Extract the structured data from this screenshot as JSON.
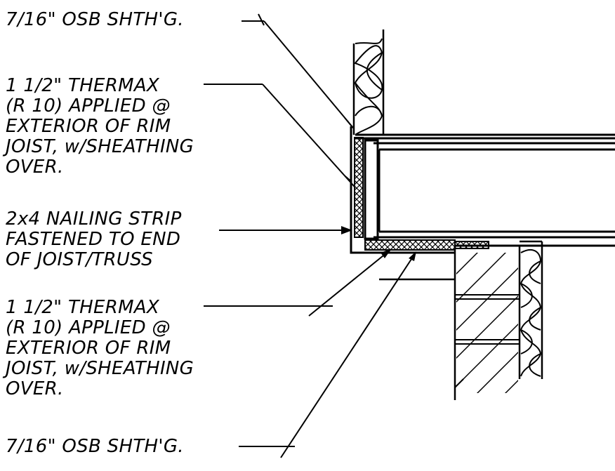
{
  "labels": {
    "osb_top": "7/16\" OSB SHTH'G.",
    "thermax_top": [
      "1 1/2\" THERMAX",
      "(R 10) APPLIED @",
      "EXTERIOR OF RIM",
      "JOIST, w/SHEATHING",
      "OVER."
    ],
    "nailing_strip": [
      "2x4 NAILING STRIP",
      "FASTENED TO END",
      "OF JOIST/TRUSS"
    ],
    "thermax_bottom": [
      "1 1/2\" THERMAX",
      "(R 10) APPLIED @",
      "EXTERIOR OF RIM",
      "JOIST, w/SHEATHING",
      "OVER."
    ],
    "osb_bottom": "7/16\" OSB SHTH'G."
  },
  "colors": {
    "line": "#000000",
    "background": "#ffffff"
  }
}
